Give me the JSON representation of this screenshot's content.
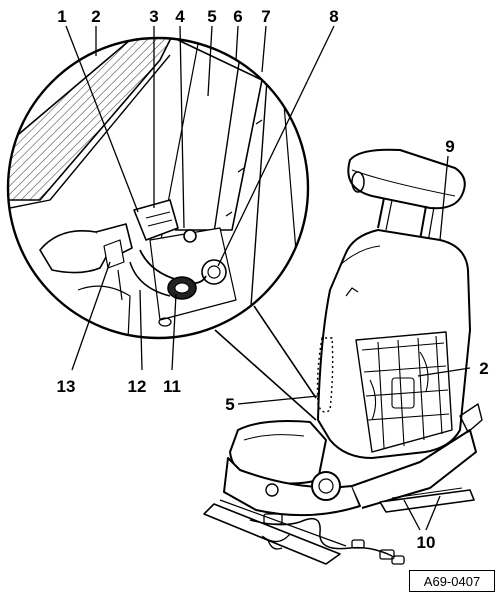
{
  "figure": {
    "reference": "A69-0407",
    "callouts": {
      "c1": "1",
      "c2": "2",
      "c3": "3",
      "c4": "4",
      "c5": "5",
      "c6": "6",
      "c7": "7",
      "c8": "8",
      "c9": "9",
      "c10": "10",
      "c11": "11",
      "c12": "12",
      "c13": "13",
      "c2b": "2",
      "c5b": "5"
    }
  }
}
